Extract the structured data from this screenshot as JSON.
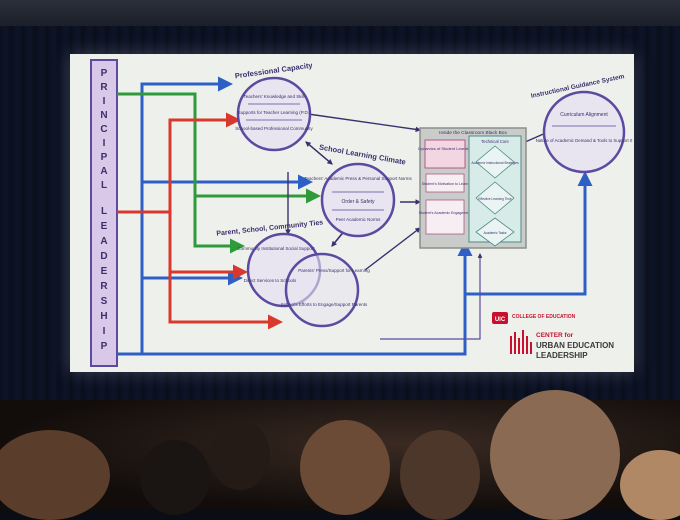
{
  "slide": {
    "leftbar": [
      "P",
      "R",
      "I",
      "N",
      "C",
      "I",
      "P",
      "A",
      "L",
      "",
      "L",
      "E",
      "A",
      "D",
      "E",
      "R",
      "S",
      "H",
      "I",
      "P"
    ],
    "professional_capacity": {
      "title": "Professional Capacity",
      "items": [
        "Teachers' Knowledge and Skill",
        "Supports for Teacher Learning (P.D.)",
        "School-based Professional Community"
      ]
    },
    "school_climate": {
      "title": "School Learning Climate",
      "items": [
        "Teachers' Academic Press & Personal Support Norms",
        "Order & Safety",
        "Peer Academic Norms"
      ]
    },
    "parent_community": {
      "title": "Parent, School, Community Ties",
      "items": [
        "Community Institutional Social Support",
        "Direct Services to Schools",
        "Parents' Press/Support for Learning",
        "School's Efforts to Engage/Support Parents"
      ]
    },
    "black_box": {
      "title": "Inside the Classroom Black Box",
      "dynamics_title": "Dynamics of Student Learning",
      "motivation": "Student's Motivation to Learn",
      "engagement": "Student's Academic Engagement",
      "technical_core": "Technical Core",
      "diamonds": [
        "Academic Instructional Strategies",
        "Effective Learning Time",
        "Academic Tasks"
      ]
    },
    "instructional_guidance": {
      "title": "Instructional Guidance System",
      "items": [
        "Curriculum Alignment",
        "Nature of Academic Demand & Tools to Support It"
      ]
    },
    "logo": {
      "badge": "UIC",
      "college": "COLLEGE OF EDUCATION",
      "center": "CENTER for",
      "line1": "URBAN EDUCATION",
      "line2": "LEADERSHIP"
    }
  },
  "colors": {
    "blue_arrow": "#2d5fc4",
    "green_arrow": "#2f9a3a",
    "red_arrow": "#d8382e",
    "purple": "#5b4aa0",
    "leftbar_fill": "#d9c8e8",
    "logo_red": "#c8102e"
  }
}
